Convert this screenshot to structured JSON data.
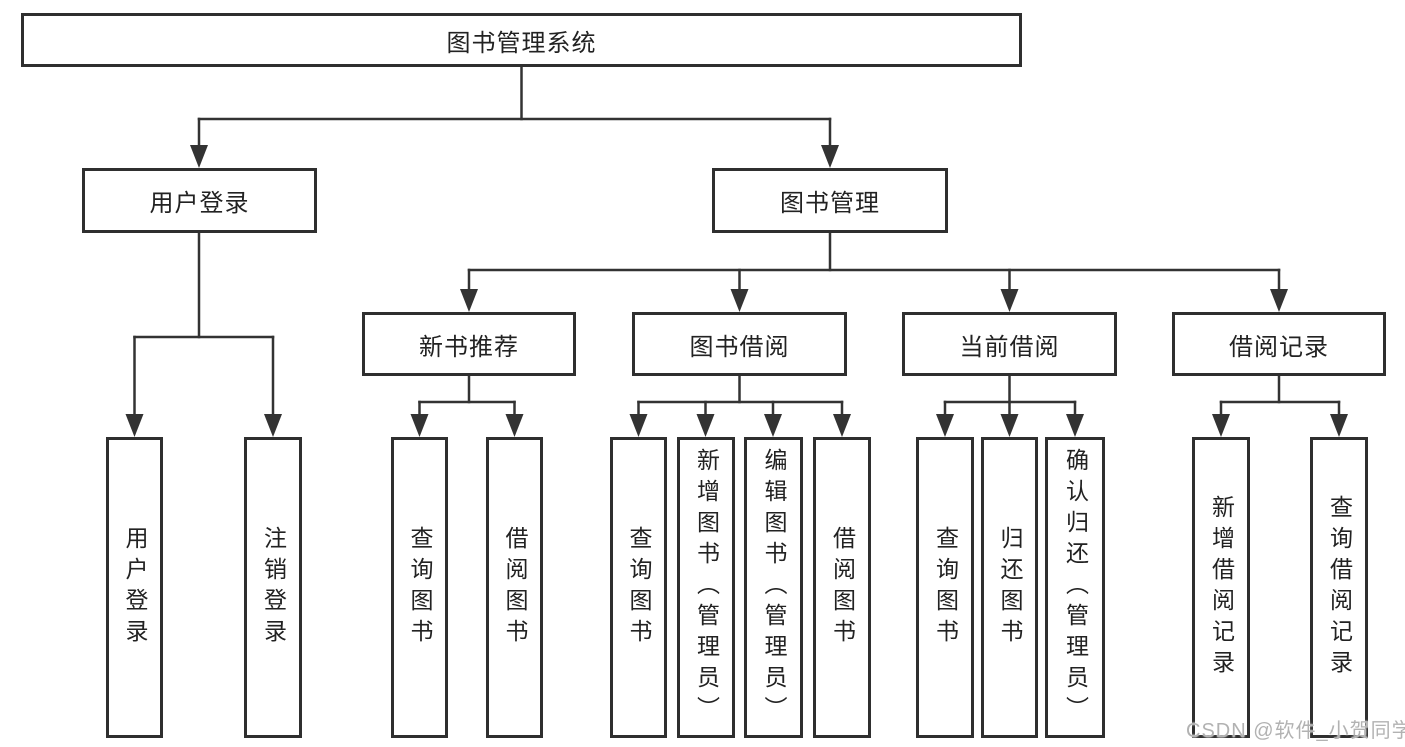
{
  "diagram": {
    "root": {
      "label": "图书管理系统"
    },
    "branches": [
      {
        "label": "用户登录",
        "children": [
          {
            "label": "用户登录"
          },
          {
            "label": "注销登录"
          }
        ]
      },
      {
        "label": "图书管理",
        "children": [
          {
            "label": "新书推荐",
            "children": [
              {
                "label": "查询图书"
              },
              {
                "label": "借阅图书"
              }
            ]
          },
          {
            "label": "图书借阅",
            "children": [
              {
                "label": "查询图书"
              },
              {
                "label": "新增图书（管理员）"
              },
              {
                "label": "编辑图书（管理员）"
              },
              {
                "label": "借阅图书"
              }
            ]
          },
          {
            "label": "当前借阅",
            "children": [
              {
                "label": "查询图书"
              },
              {
                "label": "归还图书"
              },
              {
                "label": "确认归还（管理员）"
              }
            ]
          },
          {
            "label": "借阅记录",
            "children": [
              {
                "label": "新增借阅记录"
              },
              {
                "label": "查询借阅记录"
              }
            ]
          }
        ]
      }
    ],
    "watermark": "CSDN @软件_小贺同学",
    "colors": {
      "line": "#333333",
      "box_border": "#2f2f2f",
      "text": "#222222",
      "watermark": "#b2b2b2",
      "background": "#ffffff"
    }
  }
}
